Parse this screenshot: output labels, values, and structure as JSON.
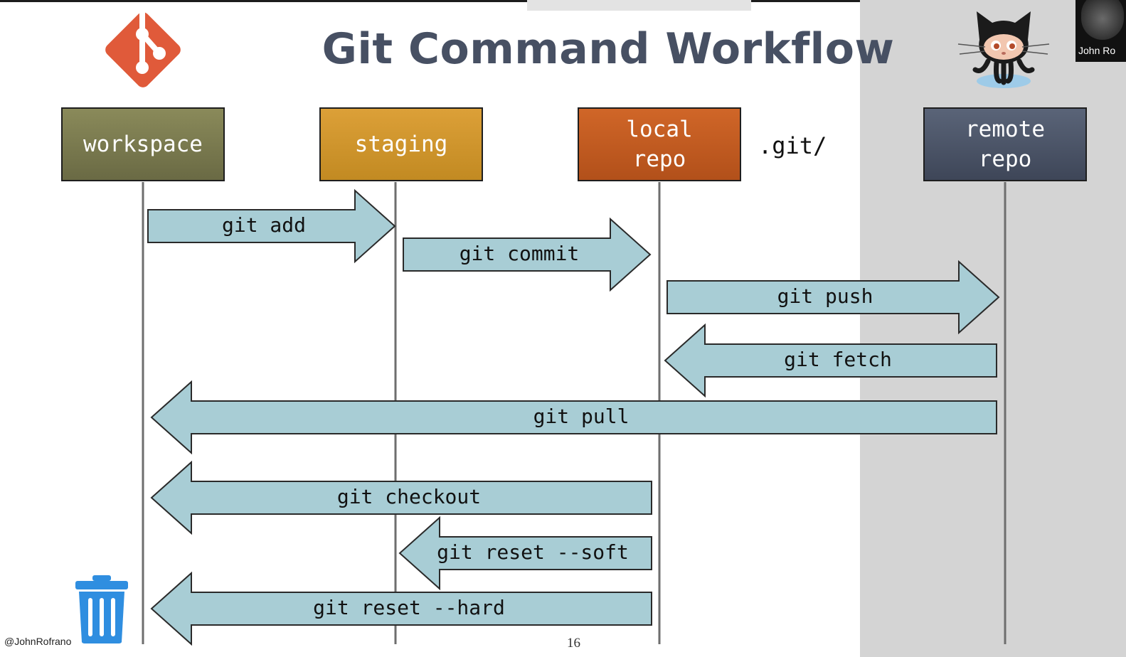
{
  "slide": {
    "title": "Git Command Workflow",
    "git_dir_label": ".git/",
    "handle": "@JohnRofrano",
    "page_number": "16"
  },
  "stages": [
    {
      "id": "workspace",
      "label": "workspace",
      "color": "#77774b"
    },
    {
      "id": "staging",
      "label": "staging",
      "color": "#cf952c"
    },
    {
      "id": "local",
      "label": "local\nrepo",
      "color": "#c05b20"
    },
    {
      "id": "remote",
      "label": "remote\nrepo",
      "color": "#4b5466"
    }
  ],
  "commands": [
    {
      "label": "git add",
      "from": "workspace",
      "to": "staging"
    },
    {
      "label": "git commit",
      "from": "staging",
      "to": "local"
    },
    {
      "label": "git push",
      "from": "local",
      "to": "remote"
    },
    {
      "label": "git fetch",
      "from": "remote",
      "to": "local"
    },
    {
      "label": "git pull",
      "from": "remote",
      "to": "workspace"
    },
    {
      "label": "git checkout",
      "from": "local",
      "to": "workspace"
    },
    {
      "label": "git reset --soft",
      "from": "local",
      "to": "staging"
    },
    {
      "label": "git reset --hard",
      "from": "local",
      "to": "workspace"
    }
  ],
  "icons": {
    "git_logo": "git-logo-icon",
    "github_mascot": "octocat-icon",
    "trash": "trash-icon"
  },
  "colors": {
    "arrow_fill": "#a8cdd5",
    "arrow_stroke": "#2a2a2a",
    "title": "#475063",
    "git_logo": "#e05a3a",
    "trash": "#2f8ee0"
  },
  "webcam": {
    "name": "John Ro"
  }
}
